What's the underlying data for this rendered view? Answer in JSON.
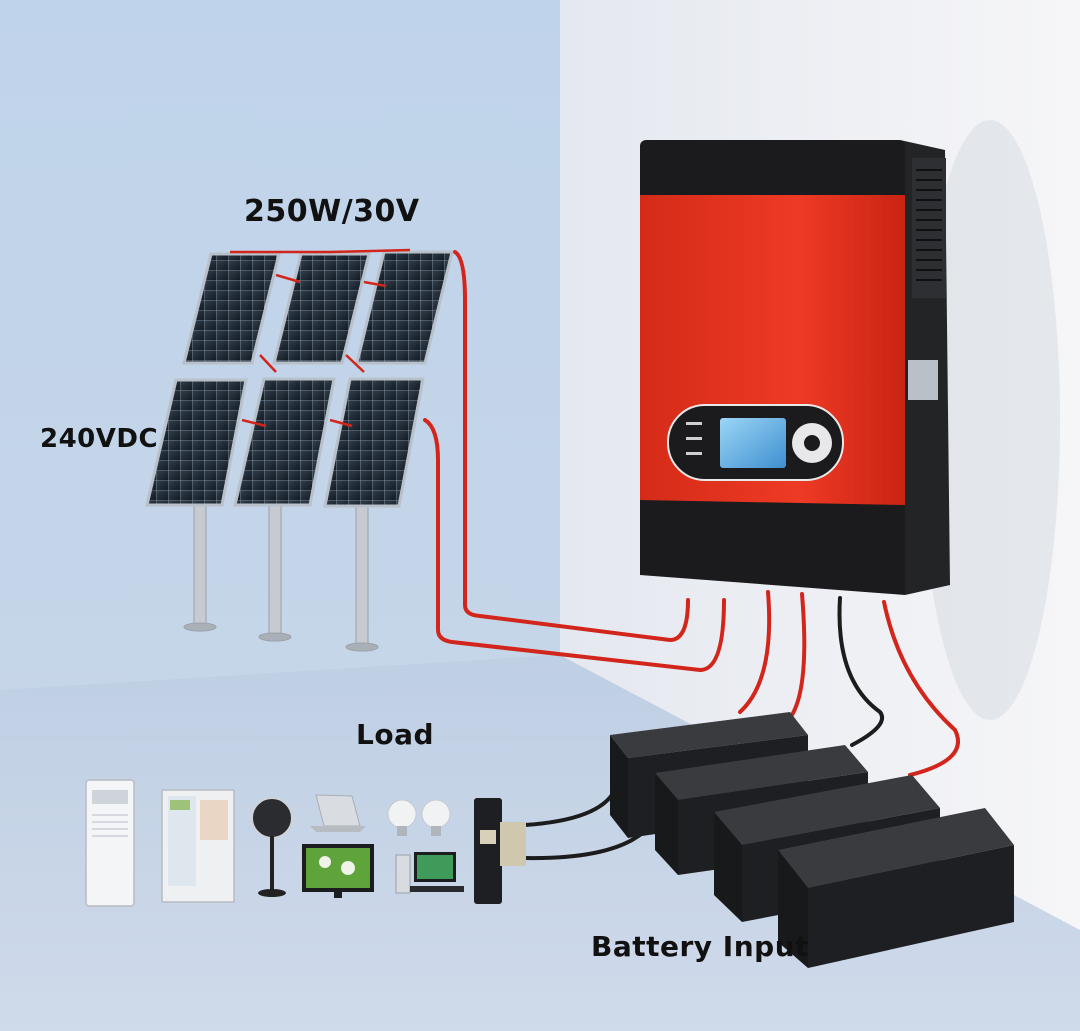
{
  "labels": {
    "panel_rating": "250W/30V",
    "array_voltage": "240VDC",
    "load": "Load",
    "battery_input": "Battery Input"
  },
  "colors": {
    "wall_left": "#bcd0e6",
    "wall_right": "#f0f1f4",
    "floor": "#c6d4e6",
    "inverter_red": "#e8321f",
    "inverter_black": "#1b1b1d",
    "cable_red": "#d2261c",
    "cable_black": "#1c1c1c",
    "battery": "#1e1f22",
    "panel_cell": "#1d2733"
  },
  "icons": {
    "solar_panels": "solar-panel-icon",
    "inverter": "inverter-icon",
    "display": "lcd-display-icon",
    "keypad": "nav-keypad-icon",
    "battery": "battery-icon",
    "air_conditioner": "air-conditioner-icon",
    "refrigerator": "refrigerator-icon",
    "fan": "fan-icon",
    "laptop": "laptop-icon",
    "monitor": "monitor-icon",
    "bulbs": "light-bulb-icon",
    "desktop": "desktop-computer-icon",
    "water_dispenser": "water-dispenser-icon"
  }
}
